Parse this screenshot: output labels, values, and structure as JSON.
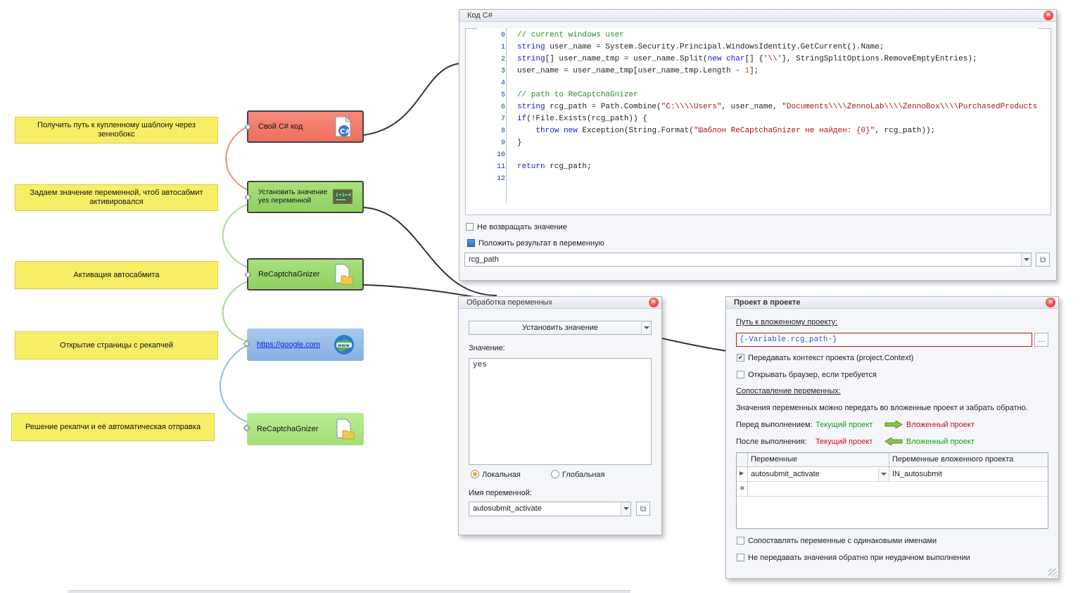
{
  "notes": [
    "Получить путь к купленному шаблону через зеннобокс",
    "Задаем значение переменной, чтоб автосабмит активировался",
    "Активация автосабмита",
    "Открытие страницы с рекапчей",
    "Решение рекапчи и её автоматическая отправка"
  ],
  "nodes": {
    "csharp": "Свой C# код",
    "setvar_line1": "Установить значение",
    "setvar_line2": "yes переменной",
    "recaptcha1": "ReCaptchaGnizer",
    "google": "https://google.com",
    "recaptcha2": "ReCaptchaGnizer"
  },
  "code_window": {
    "title": "Код C#",
    "line_numbers": [
      "0",
      "1",
      "2",
      "3",
      "4",
      "5",
      "6",
      "7",
      "8",
      "9",
      "10",
      "11",
      "12"
    ],
    "no_return_label": "Не возвращать значение",
    "put_result_label": "Положить результат в переменную",
    "result_var": "rcg_path"
  },
  "var_window": {
    "title": "Обработка переменных",
    "action": "Установить значение",
    "value_label": "Значение:",
    "value": "yes",
    "local_label": "Локальная",
    "global_label": "Глобальная",
    "varname_label": "Имя переменной:",
    "varname": "autosubmit_activate"
  },
  "project_window": {
    "title": "Проект в проекте",
    "path_label": "Путь к вложенному проекту:",
    "path_value": "{-Variable.rcg_path-}",
    "browse": "...",
    "pass_context": "Передавать контекст проекта (project.Context)",
    "open_browser": "Открывать браузер, если требуется",
    "mapping_title": "Сопоставление переменных:",
    "mapping_desc": "Значения переменных можно передать во вложенные проект и забрать обратно.",
    "before_label": "Перед выполнением:",
    "after_label": "После выполнения:",
    "current_project": "Текущий проект",
    "nested_project": "Вложенный проект",
    "col_vars": "Переменные",
    "col_nested": "Переменные вложенного проекта",
    "row_var": "autosubmit_activate",
    "row_nested": "IN_autosubmit",
    "match_same": "Сопоставлять переменные с одинаковыми именами",
    "no_pass_back": "Не передавать значения обратно при неудачном выполнении"
  },
  "colors": {
    "note": "#f6ef66",
    "node_red": "#ee6e5e",
    "node_green": "#8fd062",
    "node_blue": "#86b0e2"
  }
}
